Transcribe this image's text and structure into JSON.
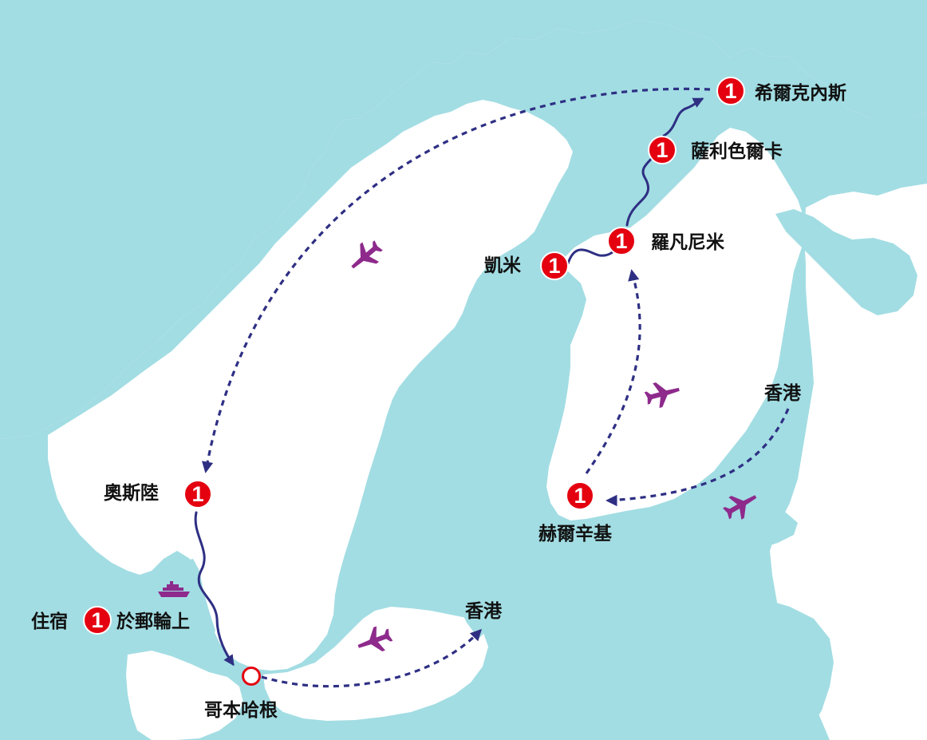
{
  "colors": {
    "sea": "#a2dde3",
    "land": "#ffffff",
    "route": "#2e2f83",
    "plane": "#8e2a8c",
    "marker": "#e4000f"
  },
  "stops": {
    "kirkenes": {
      "name": "希爾克內斯",
      "nights": "1"
    },
    "saariselka": {
      "name": "薩利色爾卡",
      "nights": "1"
    },
    "rovaniemi": {
      "name": "羅凡尼米",
      "nights": "1"
    },
    "kemi": {
      "name": "凱米",
      "nights": "1"
    },
    "oslo": {
      "name": "奧斯陸",
      "nights": "1"
    },
    "helsinki": {
      "name": "赫爾辛基",
      "nights": "1"
    },
    "copenhagen": {
      "name": "哥本哈根"
    },
    "hongkong_arrival": {
      "name": "香港"
    },
    "hongkong_departure": {
      "name": "香港"
    }
  },
  "cruise": {
    "prefix": "住宿",
    "nights": "1",
    "suffix": "於郵輪上"
  },
  "icons": {
    "plane": "plane-icon",
    "ship": "cruise-ship-icon"
  }
}
